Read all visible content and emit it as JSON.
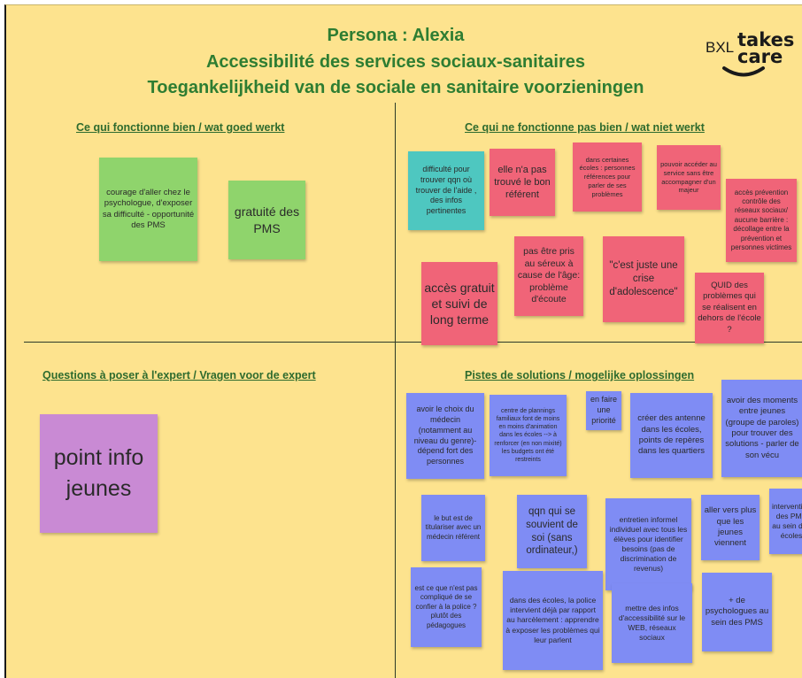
{
  "header": {
    "title_line1": "Persona : Alexia",
    "title_line2": "Accessibilité des services sociaux-sanitaires",
    "title_line3": "Toegankelijkheid van de sociale en sanitaire voorzieningen"
  },
  "logo": {
    "prefix": "BXL",
    "word1": "takes",
    "word2": "care"
  },
  "sections": {
    "works": "Ce qui fonctionne bien / wat goed werkt",
    "not_works": "Ce qui ne fonctionne pas bien / wat niet werkt",
    "questions": "Questions à poser à l'expert / Vragen voor de expert",
    "solutions": "Pistes de solutions / mogelijke oplossingen"
  },
  "notes": {
    "g1": "courage d'aller chez le psychologue, d'exposer sa difficulté - opportunité des PMS",
    "g2": "gratuité des PMS",
    "t1": "difficulté pour trouver qqn où trouver de l'aide , des infos pertinentes",
    "r1": "elle n'a pas trouvé le bon référent",
    "r2": "dans certaines écoles : personnes références pour parler de ses problèmes",
    "r3": "pouvoir accéder au service sans être accompagner d'un majeur",
    "r4": "accès prévention contrôle des réseaux sociaux/ aucune barrière : décollage entre la prévention et personnes victimes",
    "r5": "pas être pris au séreux à cause de l'âge: problème d'écoute",
    "r6": "\"c'est juste une crise d'adolescence\"",
    "r7": "accès gratuit et suivi de long terme",
    "r8": "QUID des problèmes qui se réalisent en dehors de l'école ?",
    "p1": "point info jeunes",
    "b1": "avoir le choix du médecin (notamment au niveau du genre)- dépend fort des personnes",
    "b2": "centre de plannings familiaux font de moins en moins d'animation dans les écoles --> à renforcer (en non mixité) les budgets ont été restreints",
    "b3": "en faire une priorité",
    "b4": "créer des antenne dans les écoles, points de repères dans les quartiers",
    "b5": "avoir des moments entre jeunes (groupe de paroles) pour trouver des solutions - parler de son vécu",
    "b6": "le but est de titulariser avec un médecin référent",
    "b7": "qqn qui se souvient de soi (sans ordinateur,)",
    "b8": "entretien informel individuel avec tous les élèves pour identifier besoins (pas de discrimination de revenus)",
    "b9": "aller vers plus que les jeunes viennent",
    "b10": "intervention des PMS au sein des écoles",
    "b11": "est ce que n'est pas compliqué de se confier à la police ? plutôt des pédagogues",
    "b12": "dans des écoles, la police intervient déjà par rapport au harcèlement : apprendre à exposer les problèmes qui leur parlent",
    "b13": "mettre des infos d'accessibilité sur le WEB, réseaux sociaux",
    "b14": "+ de psychologues au sein des PMS"
  }
}
